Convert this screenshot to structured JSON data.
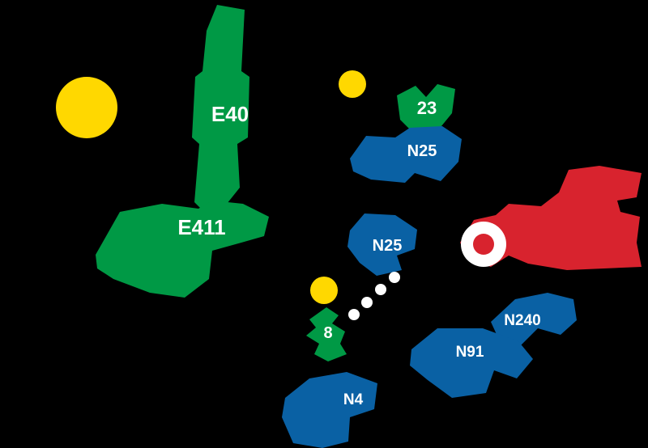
{
  "background_color": "#000000",
  "colors": {
    "route_green": "#009945",
    "route_blue": "#0a61a4",
    "circle_yellow": "#ffd800",
    "area_red": "#d8232e",
    "marker_white": "#ffffff",
    "dot_white": "#ffffff",
    "label_white": "#ffffff"
  },
  "routes": {
    "e40": {
      "label": "E40"
    },
    "e411": {
      "label": "E411"
    },
    "r23": {
      "label": "23"
    },
    "n25_north": {
      "label": "N25"
    },
    "n25_central": {
      "label": "N25"
    },
    "r8": {
      "label": "8"
    },
    "n240": {
      "label": "N240"
    },
    "n91": {
      "label": "N91"
    },
    "n4": {
      "label": "N4"
    }
  }
}
